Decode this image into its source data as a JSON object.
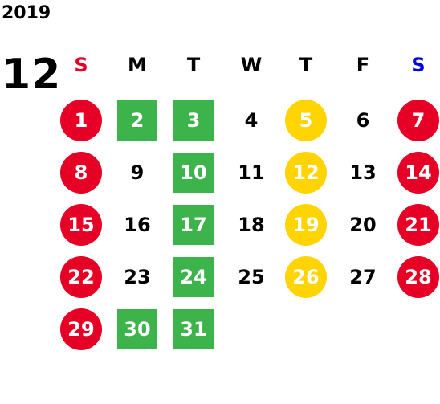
{
  "calendar": {
    "year": "2019",
    "month": "12",
    "weekdays": [
      "S",
      "M",
      "T",
      "W",
      "T",
      "F",
      "S"
    ],
    "first_weekday_index": 0,
    "days": [
      {
        "day": "1",
        "style": "red-circle"
      },
      {
        "day": "2",
        "style": "green-square"
      },
      {
        "day": "3",
        "style": "green-square"
      },
      {
        "day": "4",
        "style": "plain"
      },
      {
        "day": "5",
        "style": "yellow-circle"
      },
      {
        "day": "6",
        "style": "plain"
      },
      {
        "day": "7",
        "style": "red-circle"
      },
      {
        "day": "8",
        "style": "red-circle"
      },
      {
        "day": "9",
        "style": "plain"
      },
      {
        "day": "10",
        "style": "green-square"
      },
      {
        "day": "11",
        "style": "plain"
      },
      {
        "day": "12",
        "style": "yellow-circle"
      },
      {
        "day": "13",
        "style": "plain"
      },
      {
        "day": "14",
        "style": "red-circle"
      },
      {
        "day": "15",
        "style": "red-circle"
      },
      {
        "day": "16",
        "style": "plain"
      },
      {
        "day": "17",
        "style": "green-square"
      },
      {
        "day": "18",
        "style": "plain"
      },
      {
        "day": "19",
        "style": "yellow-circle"
      },
      {
        "day": "20",
        "style": "plain"
      },
      {
        "day": "21",
        "style": "red-circle"
      },
      {
        "day": "22",
        "style": "red-circle"
      },
      {
        "day": "23",
        "style": "plain"
      },
      {
        "day": "24",
        "style": "green-square"
      },
      {
        "day": "25",
        "style": "plain"
      },
      {
        "day": "26",
        "style": "yellow-circle"
      },
      {
        "day": "27",
        "style": "plain"
      },
      {
        "day": "28",
        "style": "red-circle"
      },
      {
        "day": "29",
        "style": "red-circle"
      },
      {
        "day": "30",
        "style": "green-square"
      },
      {
        "day": "31",
        "style": "green-square"
      }
    ]
  },
  "colors": {
    "red": "#e60026",
    "green": "#3cb44b",
    "yellow": "#ffd400",
    "sunday_label": "#e60026",
    "saturday_label": "#0000e6",
    "text": "#000000"
  }
}
